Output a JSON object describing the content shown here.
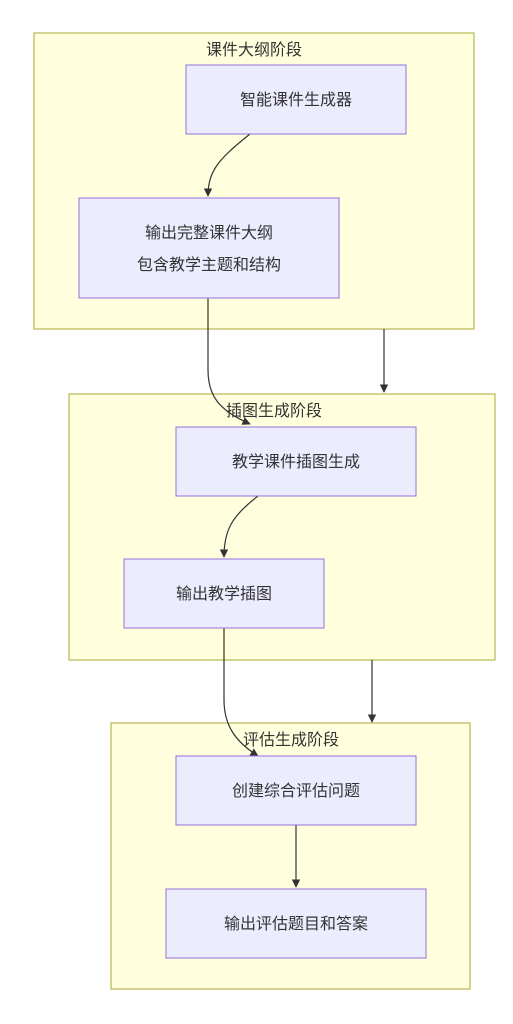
{
  "groups": {
    "outline": {
      "title": "课件大纲阶段"
    },
    "illustration": {
      "title": "插图生成阶段"
    },
    "assessment": {
      "title": "评估生成阶段"
    }
  },
  "nodes": {
    "generator": {
      "line1": "智能课件生成器"
    },
    "output_outline": {
      "line1": "输出完整课件大纲",
      "line2": "包含教学主题和结构"
    },
    "gen_illustration": {
      "line1": "教学课件插图生成"
    },
    "output_illustration": {
      "line1": "输出教学插图"
    },
    "create_questions": {
      "line1": "创建综合评估问题"
    },
    "output_qa": {
      "line1": "输出评估题目和答案"
    }
  },
  "colors": {
    "group_fill": "#ffffde",
    "group_stroke": "#aaaa33",
    "node_fill": "#ececff",
    "node_stroke": "#9370db",
    "edge": "#333333"
  }
}
